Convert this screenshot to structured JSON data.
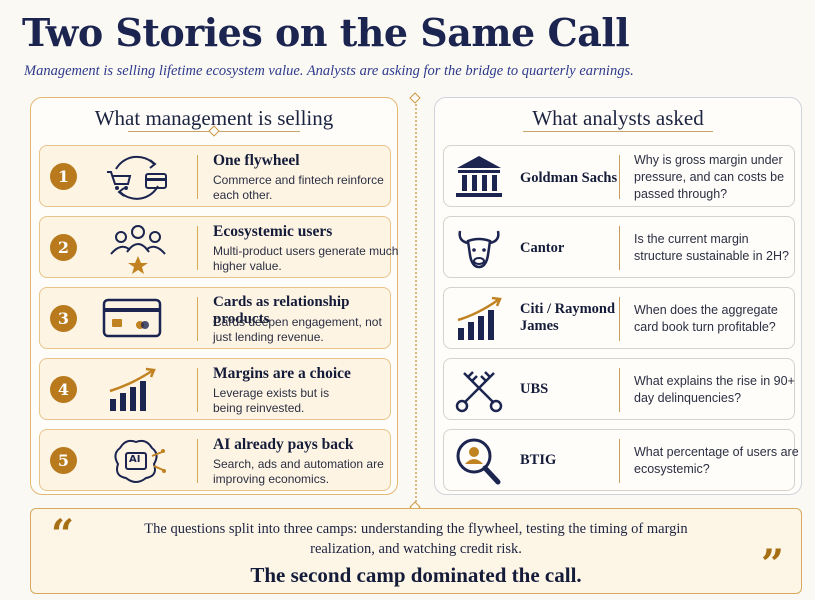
{
  "title": "Two Stories on the Same Call",
  "subtitle": "Management is selling lifetime ecosystem value. Analysts are asking for the bridge to quarterly earnings.",
  "management": {
    "heading": "What management is selling",
    "items": [
      {
        "number": "1",
        "title": "One flywheel",
        "text": "Commerce and fintech reinforce each other.",
        "icon": "flywheel-icon"
      },
      {
        "number": "2",
        "title": "Ecosystemic users",
        "text": "Multi-product users generate much higher value.",
        "icon": "users-star-icon"
      },
      {
        "number": "3",
        "title": "Cards as relationship products",
        "text": "Cards deepen engagement, not just lending revenue.",
        "icon": "credit-card-icon"
      },
      {
        "number": "4",
        "title": "Margins are a choice",
        "text": "Leverage exists but is being reinvested.",
        "icon": "growth-chart-icon"
      },
      {
        "number": "5",
        "title": "AI already pays back",
        "text": "Search, ads and automation are improving economics.",
        "icon": "ai-brain-icon"
      }
    ]
  },
  "analysts": {
    "heading": "What analysts asked",
    "items": [
      {
        "bank": "Goldman Sachs",
        "question": "Why is gross margin under pressure, and can costs be passed through?",
        "icon": "bank-building-icon"
      },
      {
        "bank": "Cantor",
        "question": "Is the current margin structure sustainable in 2H?",
        "icon": "bull-icon"
      },
      {
        "bank": "Citi / Raymond James",
        "question": "When does the aggregate card book turn profitable?",
        "icon": "bar-chart-icon"
      },
      {
        "bank": "UBS",
        "question": "What explains the rise in 90+ day delinquencies?",
        "icon": "crossed-keys-icon"
      },
      {
        "bank": "BTIG",
        "question": "What percentage of users are ecosystemic?",
        "icon": "user-search-icon"
      }
    ]
  },
  "quote": {
    "text": "The questions split into three camps: understanding the flywheel, testing the timing of margin realization, and watching credit risk.",
    "emphasis": "The second camp dominated the call.",
    "open_mark": "“",
    "close_mark": "”"
  },
  "colors": {
    "navy": "#1b2550",
    "gold": "#b87a1c",
    "accent_border": "#e3b771"
  }
}
